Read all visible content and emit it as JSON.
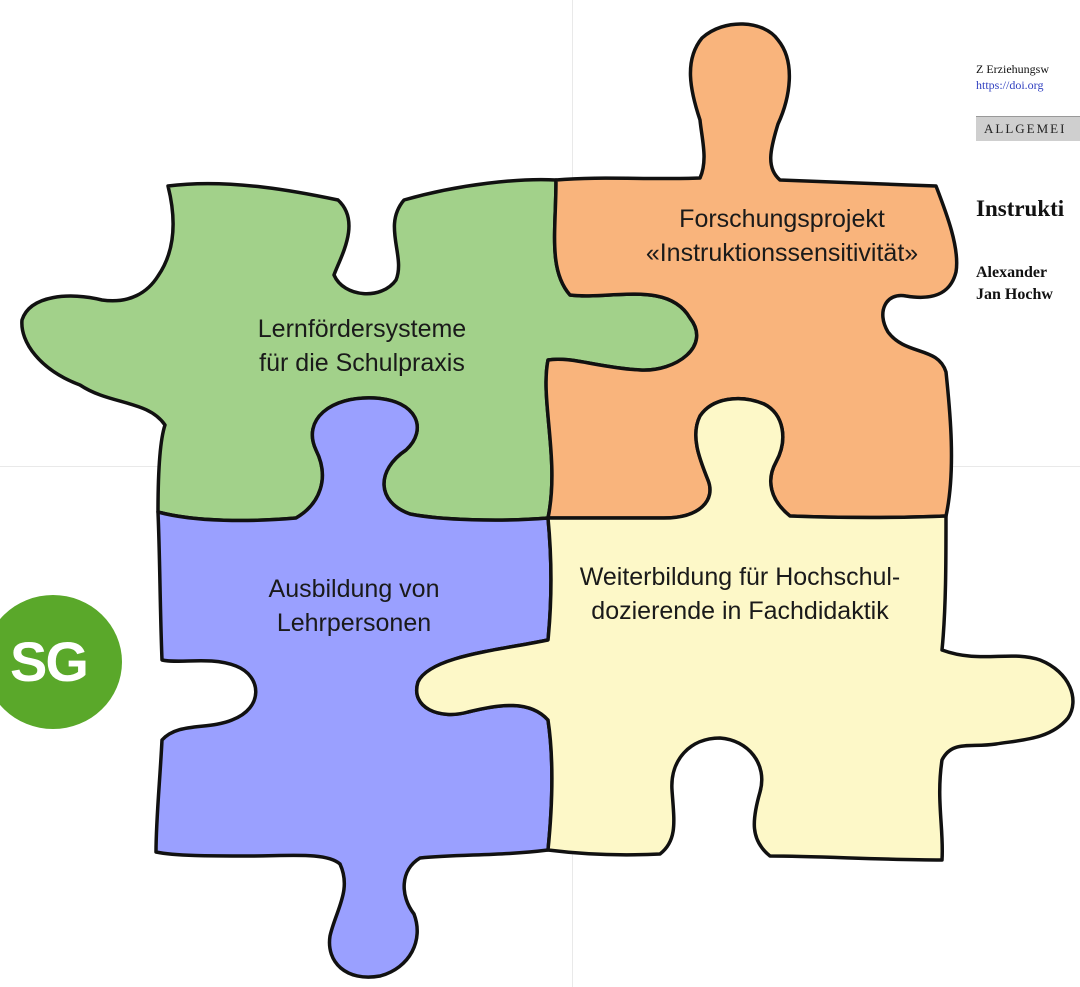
{
  "document": {
    "journal": "Z Erziehungsw",
    "doi": "https://doi.org",
    "section": "ALLGEMEI",
    "title": "Instrukti",
    "author_line_1": "Alexander",
    "author_line_2": "Jan Hochw"
  },
  "logo": {
    "text": "SG",
    "color": "#5aa82a"
  },
  "puzzle": {
    "pieces": [
      {
        "id": "green",
        "color": "#a2d18a",
        "lines": [
          "Lernfördersysteme",
          "für die Schulpraxis"
        ]
      },
      {
        "id": "orange",
        "color": "#f9b47c",
        "lines": [
          "Forschungsprojekt",
          "«Instruktionssensitivität»"
        ]
      },
      {
        "id": "blue",
        "color": "#9aa0ff",
        "lines": [
          "Ausbildung von",
          "Lehrpersonen"
        ]
      },
      {
        "id": "yellow",
        "color": "#fdf8c8",
        "lines": [
          "Weiterbildung für Hochschul-",
          "dozierende in Fachdidaktik"
        ]
      }
    ]
  }
}
